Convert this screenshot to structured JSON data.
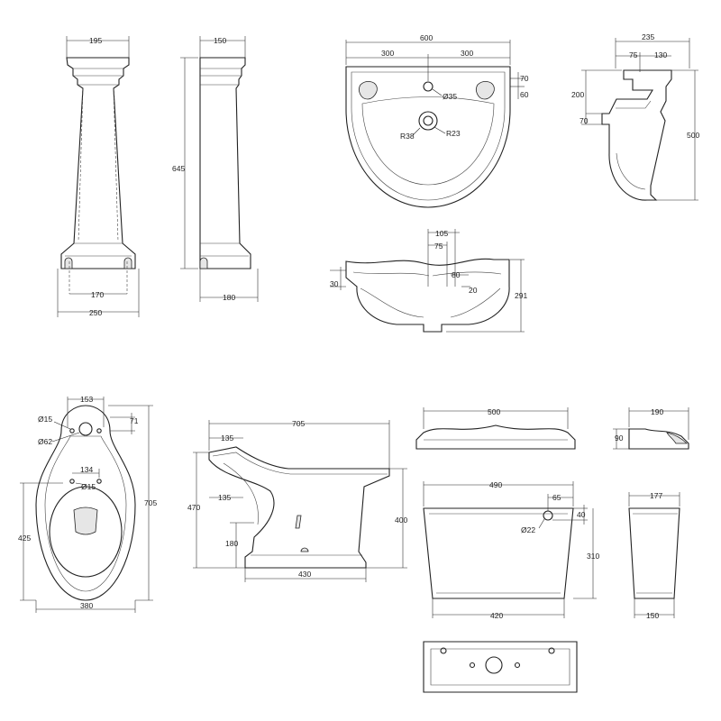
{
  "drawing": {
    "colors": {
      "line": "#222222",
      "background": "#ffffff",
      "shade": "#e6e6e6"
    },
    "pedestal_front": {
      "top_width": "195",
      "base_width": "250",
      "fixing_centres": "170"
    },
    "pedestal_side": {
      "top_width": "150",
      "height": "645",
      "base_depth": "180"
    },
    "basin_top": {
      "width": "600",
      "half_left": "300",
      "half_right": "300",
      "tap_hole_offset": "70",
      "rim_offset": "60",
      "tap_hole_dia": "Ø35",
      "waste_radius_outer": "R38",
      "waste_radius_inner": "R23"
    },
    "basin_side": {
      "depth": "235",
      "offset_75": "75",
      "offset_130": "130",
      "height_200": "200",
      "height_70": "70",
      "height": "500"
    },
    "basin_section": {
      "dim_105": "105",
      "dim_75": "75",
      "dim_80": "80",
      "dim_20": "20",
      "dim_30": "30",
      "height": "291"
    },
    "wc_plan": {
      "cistern_width": "153",
      "hole_dia_15": "Ø15",
      "offset_71": "71",
      "outlet_dia_62": "Ø62",
      "fixing_centres": "134",
      "fixing_hole_dia": "Ø15",
      "length": "705",
      "front_to_waste": "425",
      "width": "380"
    },
    "wc_side": {
      "length": "705",
      "top_offset": "135",
      "lower_offset": "135",
      "height_470": "470",
      "height_400": "400",
      "outlet_height": "180",
      "base_length": "430"
    },
    "cistern_lid": {
      "width": "500",
      "depth": "190",
      "height": "90"
    },
    "cistern": {
      "width": "490",
      "hole_offset": "65",
      "hole_height": "40",
      "hole_dia": "Ø22",
      "height": "310",
      "base_width": "420",
      "depth": "177",
      "base_depth": "150"
    }
  }
}
